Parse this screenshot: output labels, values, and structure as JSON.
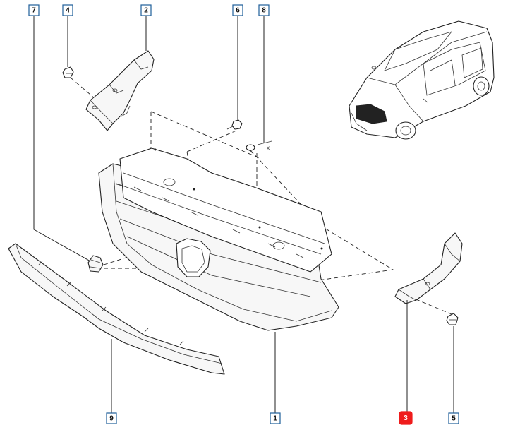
{
  "callouts": [
    {
      "id": "c7",
      "label": "7",
      "highlighted": false
    },
    {
      "id": "c4",
      "label": "4",
      "highlighted": false
    },
    {
      "id": "c2",
      "label": "2",
      "highlighted": false
    },
    {
      "id": "c6",
      "label": "6",
      "highlighted": false
    },
    {
      "id": "c8",
      "label": "8",
      "highlighted": false
    },
    {
      "id": "c9",
      "label": "9",
      "highlighted": false
    },
    {
      "id": "c1",
      "label": "1",
      "highlighted": false
    },
    {
      "id": "c3",
      "label": "3",
      "highlighted": true
    },
    {
      "id": "c5",
      "label": "5",
      "highlighted": false
    }
  ],
  "annotations": {
    "clip_mark": "x"
  },
  "colors": {
    "callout_border": "#1f5f9a",
    "highlight": "#ef1c1c",
    "line": "#222222"
  }
}
